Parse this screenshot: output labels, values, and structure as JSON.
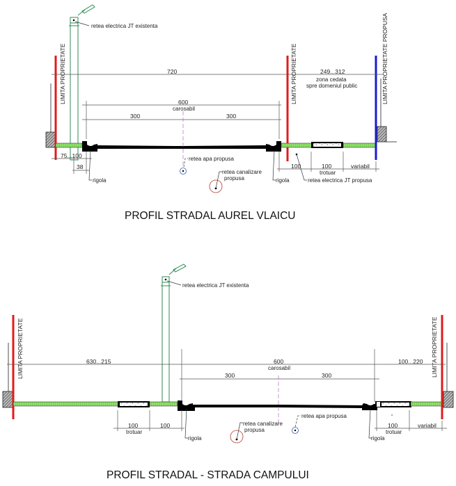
{
  "colors": {
    "property_limit_existing": "#e01b1b",
    "property_limit_proposed": "#1a1ad0",
    "green_strip": "#8fe06a",
    "pole": "#2e8b57",
    "water_circle": "#3a5fb0",
    "sewer_circle": "#b03a2e",
    "road": "#000000",
    "dim_line": "#555555"
  },
  "profile1": {
    "title": "PROFIL STRADAL AUREL VLAICU",
    "labels": {
      "pole": "retea electrica JT existenta",
      "limit_left": "LIMITA PROPRIETATE",
      "limit_mid": "LIMITA PROPRIETATE",
      "limit_right": "LIMITA PROPRIETATE PROPUSA",
      "water": "retea apa propusa",
      "sewer_line1": "retea canalizare",
      "sewer_line2": "propusa",
      "rigola_left": "rigola",
      "rigola_right": "rigola",
      "electric_proposed": "retea electrica JT propusa",
      "zona_line1": "zona cedata",
      "zona_line2": "spre domeniul public"
    },
    "dimensions": {
      "total_left": "720",
      "total_right": "249...312",
      "carosabil": "600",
      "carosabil_label": "carosabil",
      "half_left": "300",
      "half_right": "300",
      "left_verge": "75...100",
      "left_rigola": "38",
      "right_green": "100",
      "trotuar": "100",
      "trotuar_label": "trotuar",
      "variabil": "variabil"
    }
  },
  "profile2": {
    "title": "PROFIL STRADAL - STRADA CAMPULUI",
    "labels": {
      "pole": "retea electrica JT existenta",
      "limit_left": "LIMITA PROPRIETATE",
      "limit_right": "LIMITA PROPRIETATE",
      "water": "retea apa propusa",
      "sewer_line1": "retea canalizare",
      "sewer_line2": "propusa",
      "rigola_left": "rigola",
      "rigola_right": "rigola"
    },
    "dimensions": {
      "total_left": "630...215",
      "total_right": "100...220",
      "carosabil": "600",
      "carosabil_label": "carosabil",
      "half_left": "300",
      "half_right": "300",
      "left_trotuar": "100",
      "left_trotuar_label": "trotuar",
      "left_green": "100",
      "right_trotuar": "100",
      "right_trotuar_label": "trotuar",
      "variabil": "variabil"
    }
  }
}
